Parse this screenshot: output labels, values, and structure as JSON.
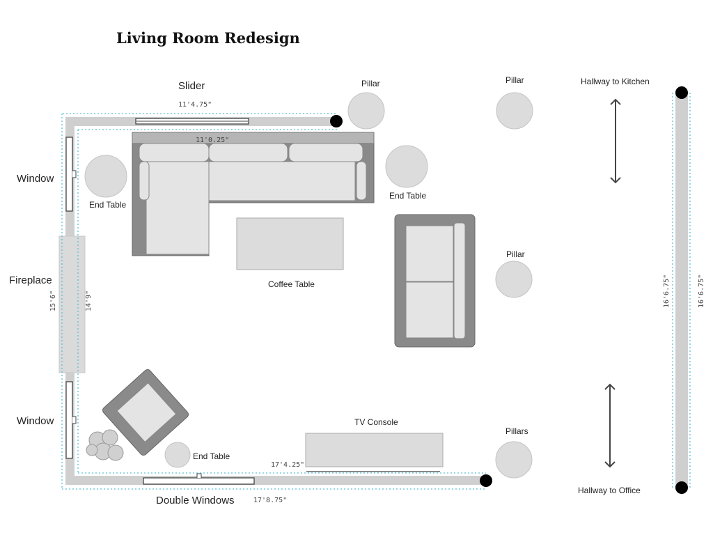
{
  "title": "Living Room Redesign",
  "labels": {
    "slider": "Slider",
    "window_top": "Window",
    "fireplace": "Fireplace",
    "window_bottom": "Window",
    "double_windows": "Double Windows",
    "pillar_1": "Pillar",
    "pillar_2": "Pillar",
    "pillar_3": "Pillar",
    "pillars": "Pillars",
    "end_table_left": "End Table",
    "end_table_right": "End Table",
    "end_table_bottom": "End Table",
    "coffee_table": "Coffee Table",
    "tv_console": "TV Console",
    "hallway_kitchen": "Hallway to Kitchen",
    "hallway_office": "Hallway to Office"
  },
  "dimensions": {
    "top_outer": "11'4.75\"",
    "top_inner": "11'0.25\"",
    "left_outer": "15'6\"",
    "left_inner": "14'9\"",
    "bottom_inner": "17'4.25\"",
    "bottom_outer": "17'8.75\"",
    "right_left": "16'6.75\"",
    "right_right": "16'6.75\""
  }
}
